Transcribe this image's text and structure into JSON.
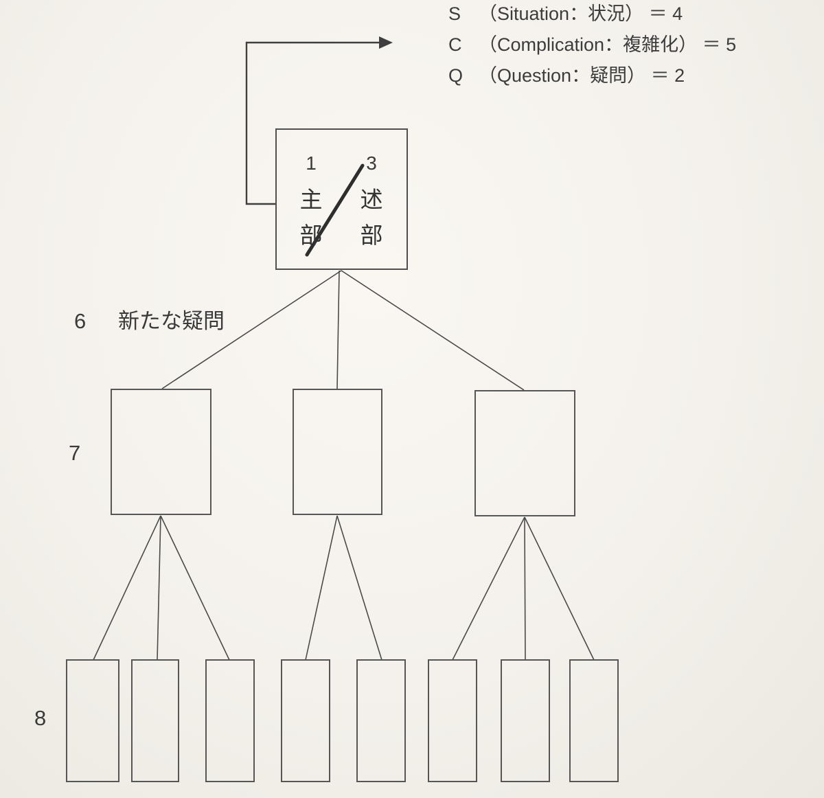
{
  "colors": {
    "paper": "#f4f1ec",
    "ink": "#3a3a3a",
    "line": "#4a4a4a"
  },
  "legend": {
    "items": [
      {
        "letter": "S",
        "text": "（Situation：状況） ＝ 4"
      },
      {
        "letter": "C",
        "text": "（Complication：複雑化） ＝ 5"
      },
      {
        "letter": "Q",
        "text": "（Question：疑問） ＝ 2"
      }
    ]
  },
  "top_box": {
    "left": {
      "number": "1",
      "label": "主部"
    },
    "right": {
      "number": "3",
      "label": "述部"
    }
  },
  "labels": {
    "new_question": {
      "number": "6",
      "text": "新たな疑問"
    },
    "level2": {
      "number": "7"
    },
    "level3": {
      "number": "8"
    }
  }
}
